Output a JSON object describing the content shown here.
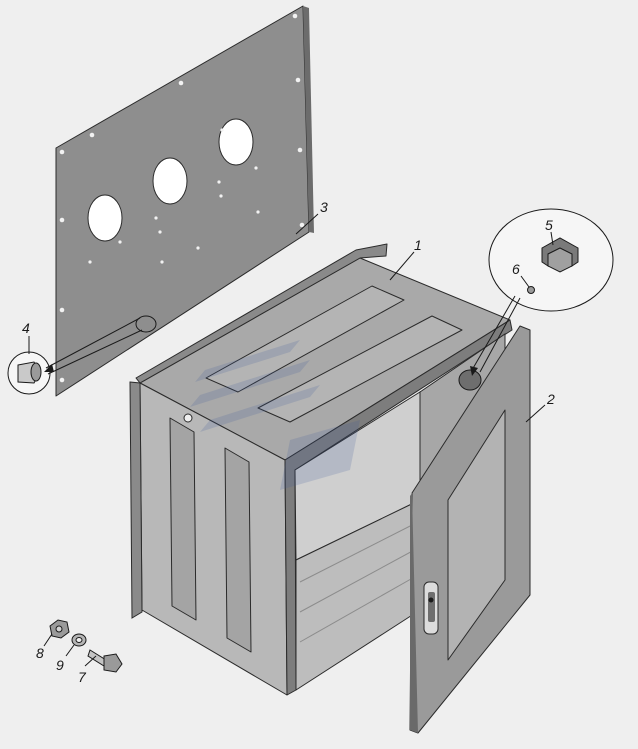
{
  "callouts": [
    {
      "id": "1",
      "label": "1"
    },
    {
      "id": "2",
      "label": "2"
    },
    {
      "id": "3",
      "label": "3"
    },
    {
      "id": "4",
      "label": "4"
    },
    {
      "id": "5",
      "label": "5"
    },
    {
      "id": "6",
      "label": "6"
    },
    {
      "id": "7",
      "label": "7"
    },
    {
      "id": "8",
      "label": "8"
    },
    {
      "id": "9",
      "label": "9"
    }
  ],
  "colors": {
    "background": "#efefef",
    "panel": "#8e8e8e",
    "box_top": "#a9a9a9",
    "box_side": "#b8b8b8",
    "box_dark": "#7d7d7d",
    "door": "#9a9a9a",
    "ink": "#1a1a1a"
  },
  "icons": {
    "bolt": "bolt-icon",
    "nut": "nut-icon",
    "washer": "washer-icon",
    "clip": "clip-icon",
    "latch": "latch-icon",
    "bushing": "bushing-icon"
  }
}
